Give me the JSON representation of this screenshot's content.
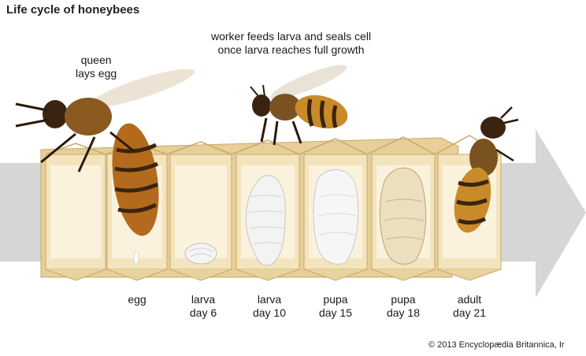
{
  "title": "Life cycle of honeybees",
  "annotations": {
    "queen_line1": "queen",
    "queen_line2": "lays egg",
    "worker_line1": "worker feeds larva and seals cell",
    "worker_line2": "once larva reaches full growth"
  },
  "stages": [
    {
      "name": "egg",
      "day": ""
    },
    {
      "name": "larva",
      "day": "day 6"
    },
    {
      "name": "larva",
      "day": "day 10"
    },
    {
      "name": "pupa",
      "day": "day 15"
    },
    {
      "name": "pupa",
      "day": "day 18"
    },
    {
      "name": "adult",
      "day": "day 21"
    }
  ],
  "copyright": "© 2013 Encyclopædia Britannica, Ir",
  "colors": {
    "arrow": "#d6d6d6",
    "comb_wax": "#f1dfb2",
    "comb_edge": "#c9a968",
    "bee_body": "#b36a1c",
    "bee_stripe": "#3a2410"
  }
}
